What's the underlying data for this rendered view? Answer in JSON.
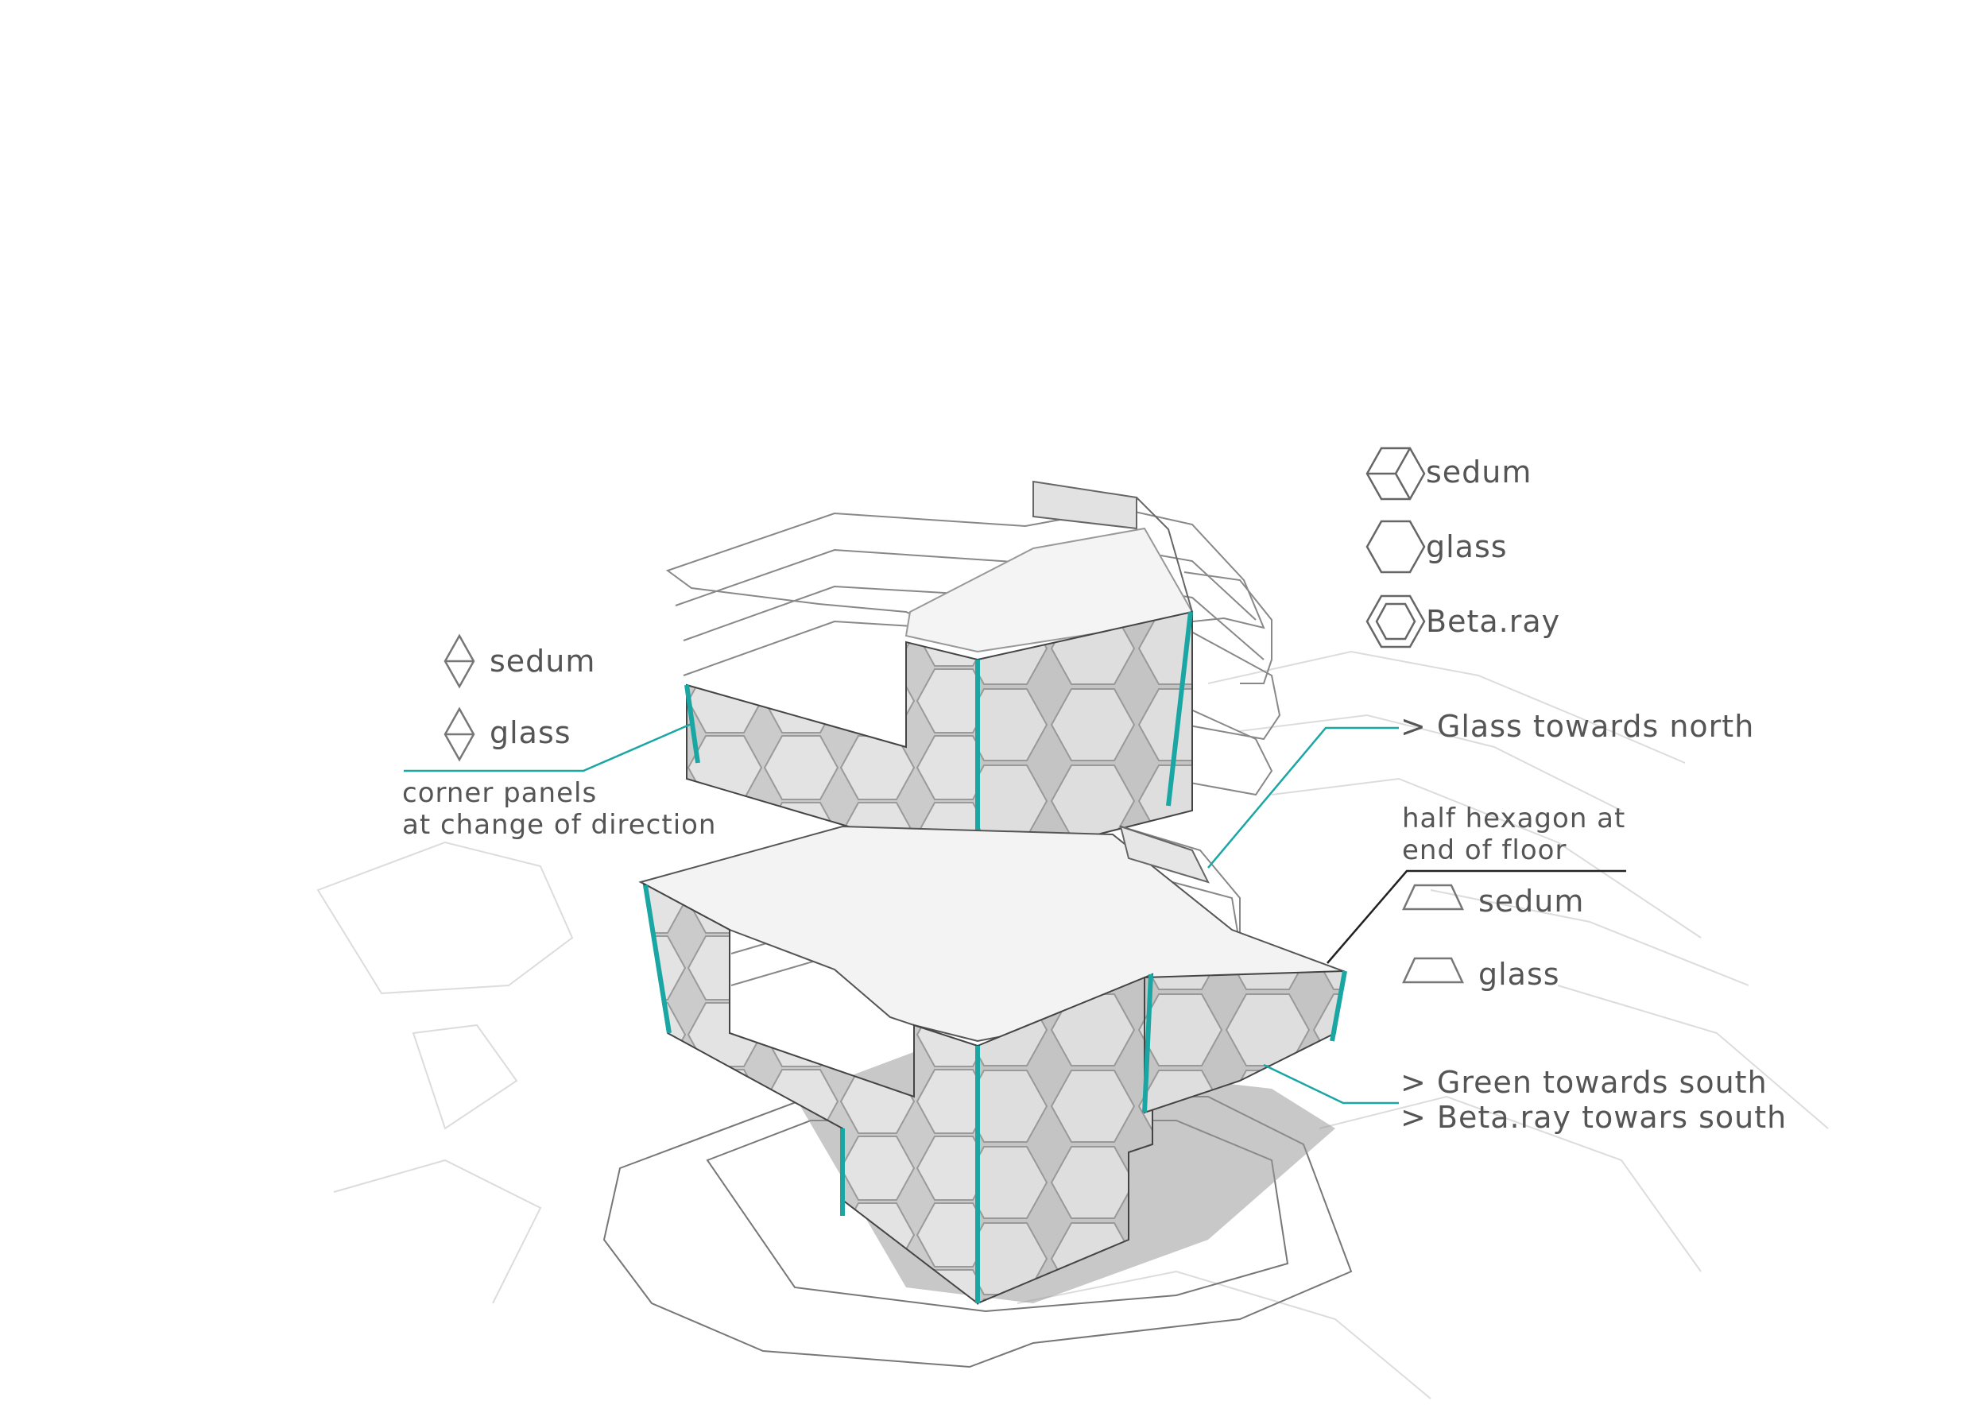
{
  "colors": {
    "accent": "#1aa7a4",
    "facade": "#c7c7c7",
    "line": "#555555",
    "text": "#555555"
  },
  "legend_top": [
    {
      "label": "sedum",
      "icon": "hexagon-cube-icon"
    },
    {
      "label": "glass",
      "icon": "hexagon-icon"
    },
    {
      "label": "Beta.ray",
      "icon": "double-hexagon-icon"
    }
  ],
  "legend_corner": [
    {
      "label": "sedum",
      "icon": "diamond-split-icon"
    },
    {
      "label": "glass",
      "icon": "diamond-split-icon"
    }
  ],
  "corner_note": {
    "line1": "corner panels",
    "line2": "at change of direction"
  },
  "glass_note": "> Glass towards north",
  "half_hex_note": {
    "line1": "half  hexagon  at",
    "line2": "end of floor"
  },
  "legend_half": [
    {
      "label": "sedum",
      "icon": "half-hexagon-icon"
    },
    {
      "label": "glass",
      "icon": "half-hexagon-icon"
    }
  ],
  "south_notes": [
    "> Green towards south",
    "> Beta.ray towars south"
  ]
}
